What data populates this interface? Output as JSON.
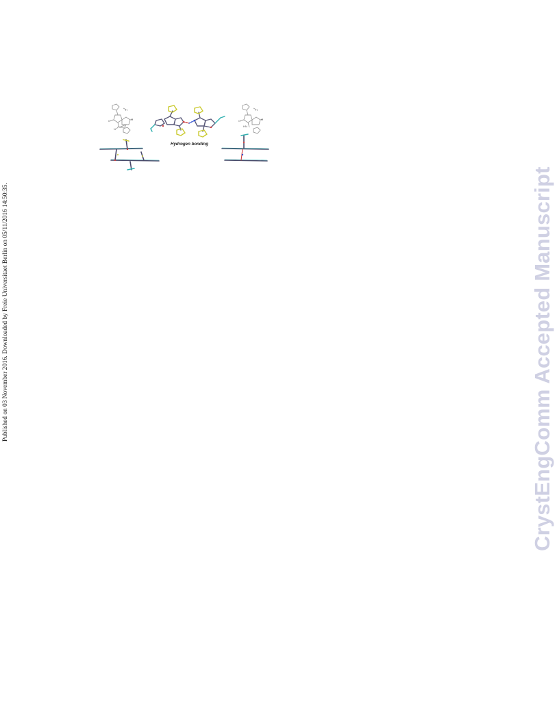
{
  "side_note": "Published on 03 November 2016. Downloaded by Freie Universitaet Berlin on 05/11/2016 14:50:35.",
  "watermark": "CrystEngComm Accepted Manuscript",
  "figure": {
    "label": "Hydrogen bonding"
  }
}
